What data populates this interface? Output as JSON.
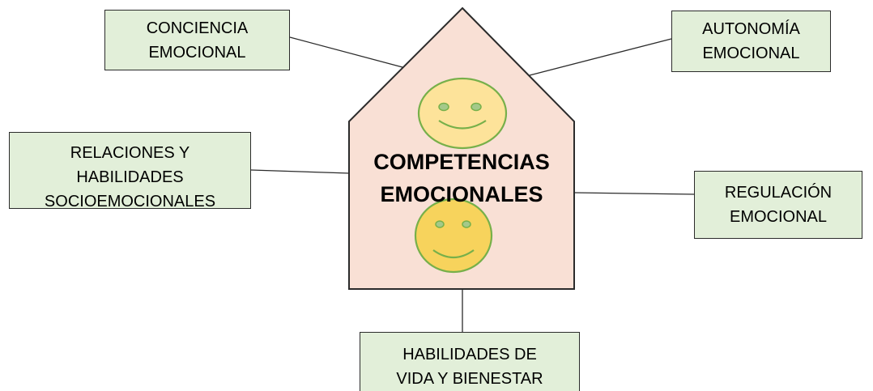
{
  "diagram": {
    "center": {
      "title": "COMPETENCIAS\nEMOCIONALES"
    },
    "boxes": {
      "conciencia": "CONCIENCIA\nEMOCIONAL",
      "autonomia": "AUTONOMÍA\nEMOCIONAL",
      "relaciones": "RELACIONES Y\nHABILIDADES\nSOCIOEMOCIONALES",
      "regulacion": "REGULACIÓN\nEMOCIONAL",
      "habilidades": "HABILIDADES DE\nVIDA Y BIENESTAR"
    }
  },
  "colors": {
    "house_fill": "#f9e0d5",
    "box_fill": "#e2efd9",
    "smiley_fill_top": "#fde39a",
    "smiley_fill_bottom": "#f7d35c",
    "smiley_stroke": "#77b04a",
    "line": "#2b2b2b"
  },
  "icons": [
    "smiley-face-icon",
    "smiley-face-icon"
  ]
}
